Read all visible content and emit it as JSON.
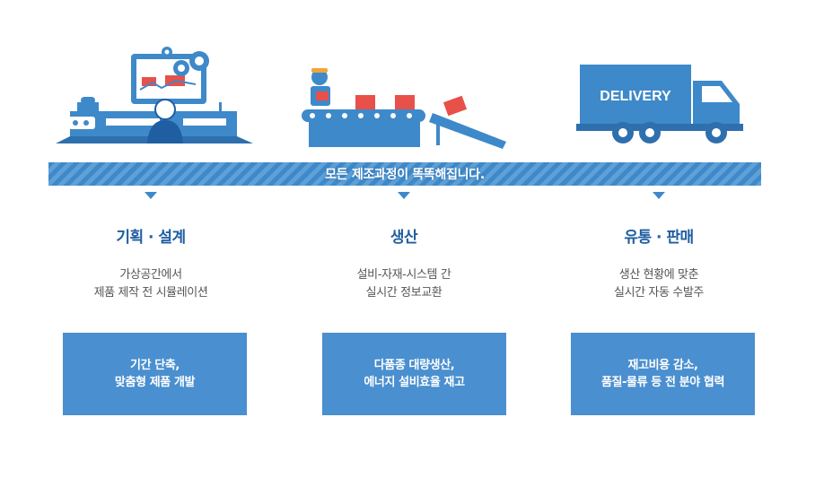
{
  "banner": {
    "text": "모든 제조과정이 똑똑해집니다."
  },
  "truck": {
    "label": "DELIVERY"
  },
  "stages": [
    {
      "title": "기획 · 설계",
      "desc": [
        "가상공간에서",
        "제품 제작 전 시뮬레이션"
      ],
      "benefit": [
        "기간 단축,",
        "맞춤형 제품 개발"
      ]
    },
    {
      "title": "생산",
      "desc": [
        "설비-자재-시스템 간",
        "실시간 정보교환"
      ],
      "benefit": [
        "다품종 대량생산,",
        "에너지 설비효율 재고"
      ]
    },
    {
      "title": "유통 · 판매",
      "desc": [
        "생산 현황에 맞춘",
        "실시간 자동 수발주"
      ],
      "benefit": [
        "재고비용 감소,",
        "품질-물류 등 전 분야 협력"
      ]
    }
  ],
  "colors": {
    "accent": "#3e89c9",
    "title": "#1f5ea1",
    "box": "#4a8fcf",
    "red": "#e8504a"
  }
}
